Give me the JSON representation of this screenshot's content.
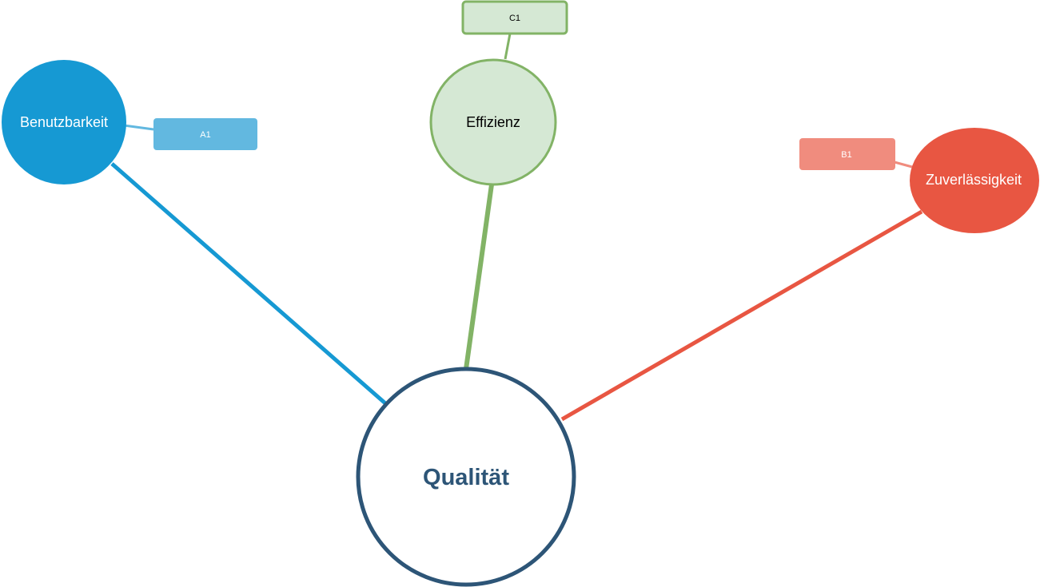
{
  "map": {
    "root": {
      "label": "Qualität",
      "stroke": "#2d5577",
      "text_color": "#2d5577",
      "fill": "#ffffff"
    },
    "branches": [
      {
        "key": "benutzbarkeit",
        "label": "Benutzbarkeit",
        "color": "#1699d3",
        "text_color": "#ffffff",
        "leaf": {
          "label": "A1",
          "fill": "#62b8e0",
          "text_color": "#ffffff"
        }
      },
      {
        "key": "effizienz",
        "label": "Effizienz",
        "color": "#82b366",
        "fill": "#d5e8d4",
        "text_color": "#000000",
        "leaf": {
          "label": "C1",
          "fill": "#d5e8d4",
          "stroke": "#82b366",
          "text_color": "#000000"
        }
      },
      {
        "key": "zuverlaessigkeit",
        "label": "Zuverlässigkeit",
        "color": "#e85642",
        "text_color": "#ffffff",
        "leaf": {
          "label": "B1",
          "fill": "#f08c7e",
          "text_color": "#ffffff"
        }
      }
    ]
  }
}
